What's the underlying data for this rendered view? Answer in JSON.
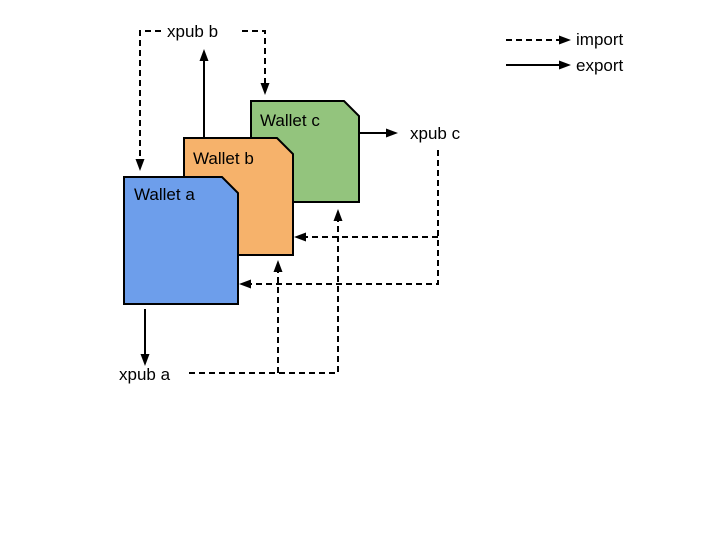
{
  "legend": {
    "import_label": "import",
    "export_label": "export"
  },
  "wallets": [
    {
      "id": "a",
      "label": "Wallet a",
      "color": "#6D9EEB"
    },
    {
      "id": "b",
      "label": "Wallet b",
      "color": "#F6B26B"
    },
    {
      "id": "c",
      "label": "Wallet c",
      "color": "#93C47D"
    }
  ],
  "xpubs": {
    "a": "xpub a",
    "b": "xpub b",
    "c": "xpub c"
  }
}
